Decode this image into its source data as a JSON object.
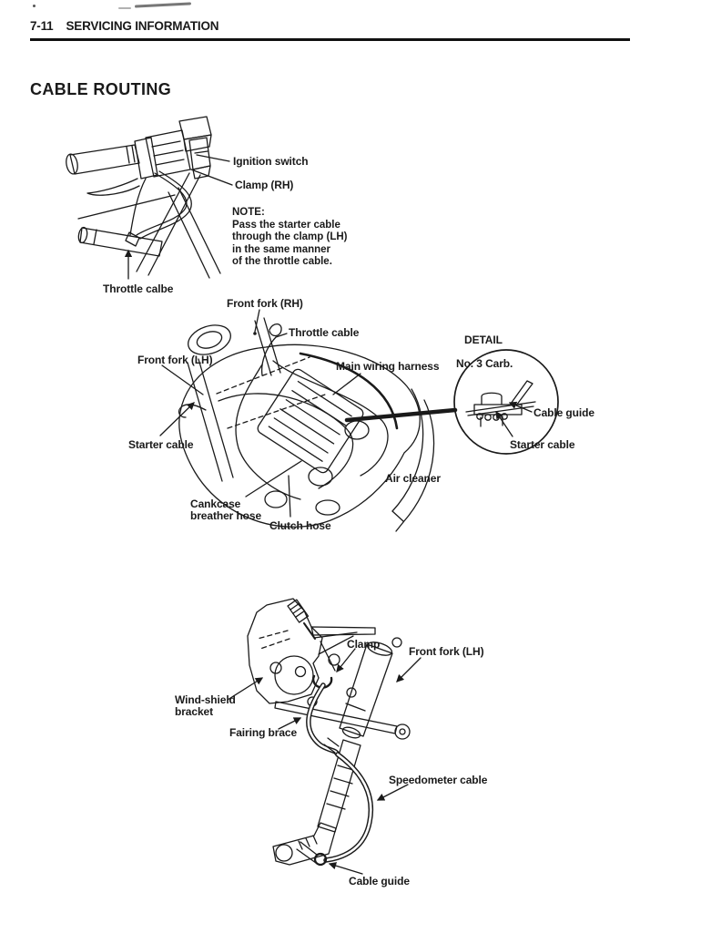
{
  "page": {
    "header": {
      "section_number": "7-11",
      "section_title": "SERVICING INFORMATION"
    },
    "title": "CABLE ROUTING"
  },
  "colors": {
    "ink": "#1a1a1a",
    "paper": "#ffffff"
  },
  "diagram_handlebar": {
    "labels": {
      "ignition_switch": "Ignition switch",
      "clamp_rh": "Clamp (RH)",
      "throttle_cable": "Throttle calbe"
    },
    "note": {
      "title": "NOTE:",
      "line1": "Pass the starter cable",
      "line2": "through the clamp (LH)",
      "line3": "in the same manner",
      "line4": "of the throttle cable."
    }
  },
  "diagram_steering": {
    "labels": {
      "front_fork_rh": "Front fork (RH)",
      "throttle_cable": "Throttle cable",
      "front_fork_lh": "Front fork (LH)",
      "main_wiring_harness": "Main wiring harness",
      "starter_cable_left": "Starter cable",
      "air_cleaner": "Air cleaner",
      "crankcase_breather_line1": "Cankcase",
      "crankcase_breather_line2": "breather hose",
      "clutch_hose": "Clutch hose"
    },
    "detail_inset": {
      "title": "DETAIL",
      "carb_label": "No. 3 Carb.",
      "cable_guide": "Cable guide",
      "starter_cable": "Starter cable"
    }
  },
  "diagram_fairing": {
    "labels": {
      "clamp": "Clamp",
      "front_fork_lh": "Front fork (LH)",
      "windshield_bracket_line1": "Wind-shield",
      "windshield_bracket_line2": "bracket",
      "fairing_brace": "Fairing brace",
      "speedometer_cable": "Speedometer cable",
      "cable_guide": "Cable guide"
    }
  }
}
